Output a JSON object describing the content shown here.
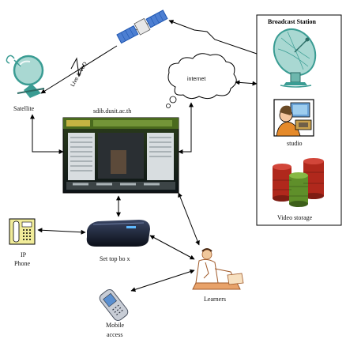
{
  "labels": {
    "broadcast_station": "Broadcast Station",
    "studio": "studio",
    "video_storage": "Video storage",
    "internet": "internet",
    "satellite": "Satellite",
    "website": "sdib.dusit.ac.th",
    "live_vod": "Live & VoD",
    "ip_phone_line1": "IP",
    "ip_phone_line2": "Phone",
    "set_top_box": "Set top bo x",
    "learners": "Learners",
    "mobile_line1": "Mobile",
    "mobile_line2": "access"
  },
  "colors": {
    "line": "#000000",
    "dish_teal": "#3a9c93",
    "dish_light": "#a9d8d2",
    "satellite_blue": "#1f56b0",
    "satellite_panel": "#4d7fd2",
    "storage_red": "#b0281c",
    "storage_green": "#5f8f2a",
    "phone_yellow": "#f1ec9a",
    "settop_dark": "#141b2c"
  }
}
